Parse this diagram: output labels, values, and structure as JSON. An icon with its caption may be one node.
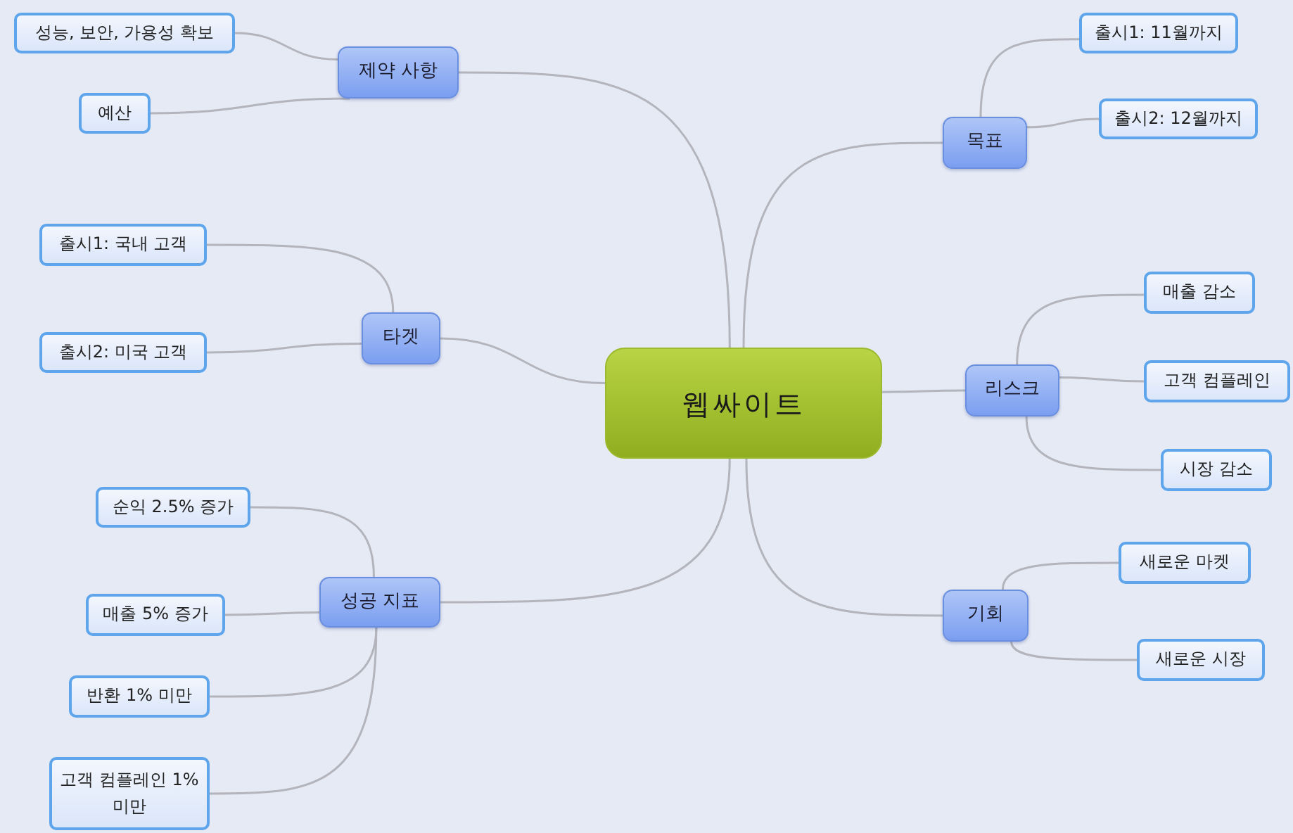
{
  "diagram": {
    "nodes": [
      {
        "text": [
          "웹싸이트"
        ]
      },
      {
        "text": [
          "제약 사항"
        ]
      },
      {
        "text": [
          "성능, 보안, 가용성 확보"
        ]
      },
      {
        "text": [
          "예산"
        ]
      },
      {
        "text": [
          "타겟"
        ]
      },
      {
        "text": [
          "출시1: 국내 고객"
        ]
      },
      {
        "text": [
          "출시2: 미국 고객"
        ]
      },
      {
        "text": [
          "성공 지표"
        ]
      },
      {
        "text": [
          "순익 2.5% 증가"
        ]
      },
      {
        "text": [
          "매출 5% 증가"
        ]
      },
      {
        "text": [
          "반환 1% 미만"
        ]
      },
      {
        "text": [
          "고객 컴플레인 1% 미만"
        ]
      },
      {
        "text": [
          "목표"
        ]
      },
      {
        "text": [
          "출시1: 11월까지"
        ]
      },
      {
        "text": [
          "출시2: 12월까지"
        ]
      },
      {
        "text": [
          "리스크"
        ]
      },
      {
        "text": [
          "매출 감소"
        ]
      },
      {
        "text": [
          "고객 컴플레인"
        ]
      },
      {
        "text": [
          "시장 감소"
        ]
      },
      {
        "text": [
          "기회"
        ]
      },
      {
        "text": [
          "새로운 마켓"
        ]
      },
      {
        "text": [
          "새로운 시장"
        ]
      }
    ],
    "edges": [
      {
        "from": 0,
        "to": 1,
        "arrow": "none"
      },
      {
        "from": 0,
        "to": 4,
        "arrow": "none"
      },
      {
        "from": 0,
        "to": 7,
        "arrow": "none"
      },
      {
        "from": 0,
        "to": 12,
        "arrow": "none"
      },
      {
        "from": 0,
        "to": 15,
        "arrow": "none"
      },
      {
        "from": 0,
        "to": 19,
        "arrow": "none"
      },
      {
        "from": 1,
        "to": 2,
        "arrow": "none"
      },
      {
        "from": 1,
        "to": 3,
        "arrow": "none"
      },
      {
        "from": 4,
        "to": 5,
        "arrow": "none"
      },
      {
        "from": 4,
        "to": 6,
        "arrow": "none"
      },
      {
        "from": 7,
        "to": 8,
        "arrow": "none"
      },
      {
        "from": 7,
        "to": 9,
        "arrow": "none"
      },
      {
        "from": 7,
        "to": 10,
        "arrow": "none"
      },
      {
        "from": 7,
        "to": 11,
        "arrow": "none"
      },
      {
        "from": 12,
        "to": 13,
        "arrow": "none"
      },
      {
        "from": 12,
        "to": 14,
        "arrow": "none"
      },
      {
        "from": 15,
        "to": 16,
        "arrow": "none"
      },
      {
        "from": 15,
        "to": 17,
        "arrow": "none"
      },
      {
        "from": 15,
        "to": 18,
        "arrow": "none"
      },
      {
        "from": 19,
        "to": 20,
        "arrow": "none"
      },
      {
        "from": 19,
        "to": 21,
        "arrow": "none"
      }
    ]
  }
}
